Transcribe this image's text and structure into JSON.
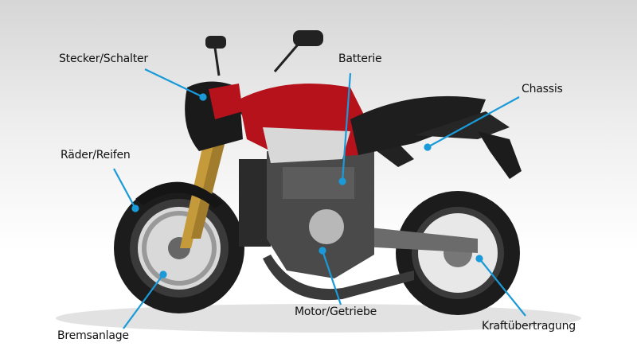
{
  "labels": {
    "stecker": "Stecker/Schalter",
    "batterie": "Batterie",
    "chassis": "Chassis",
    "raeder": "Räder/Reifen",
    "bremsen": "Bremsanlage",
    "motor": "Motor/Getriebe",
    "kraft": "Kraftübertragung"
  },
  "colors": {
    "callout": "#1a9ad8",
    "body_red": "#b5121b",
    "tire": "#1c1c1c"
  }
}
